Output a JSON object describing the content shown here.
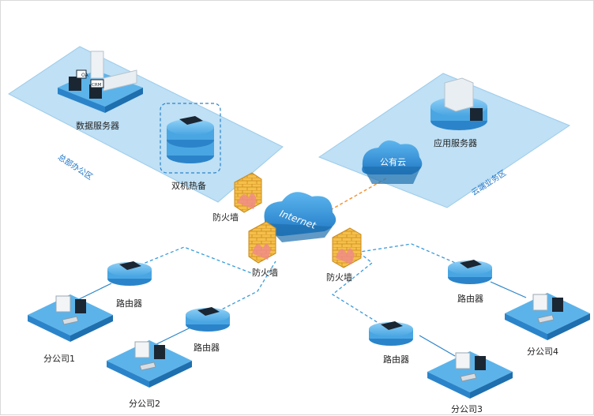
{
  "zones": {
    "hq": "总部办公区",
    "cloud_biz": "云端业务区"
  },
  "nodes": {
    "data_server": "数据服务器",
    "hot_standby": "双机热备",
    "app_server": "应用服务器",
    "public_cloud": "公有云",
    "internet": "Internet",
    "firewall_top": "防火墙",
    "firewall_mid": "防火墙",
    "firewall_right": "防火墙",
    "router1": "路由器",
    "router2": "路由器",
    "router3": "路由器",
    "router4": "路由器",
    "branch1": "分公司1",
    "branch2": "分公司2",
    "branch3": "分公司3",
    "branch4": "分公司4"
  },
  "badges": {
    "oa": "OA",
    "crm": "CRM"
  },
  "colors": {
    "zone_fill": "#bfe0f5",
    "platform_top": "#5cb3ea",
    "platform_side": "#2b84c9",
    "cloud_blue": "#2f8fd6",
    "firewall": "#f2b43c",
    "dashed_blue": "#3a9ad9",
    "dashed_orange": "#f0963a"
  }
}
